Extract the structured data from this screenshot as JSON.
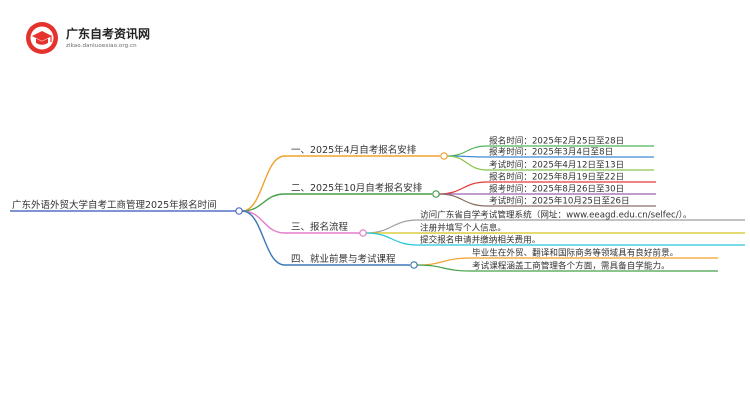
{
  "header": {
    "site_name": "广东自考资讯网",
    "site_url": "zikao.danluoexiao.org.cn",
    "logo_icon": "graduation-cap-icon",
    "brand_color": "#e5322d"
  },
  "mindmap": {
    "root": "广东外语外贸大学自考工商管理2025年报名时间",
    "root_color": "#5470c6",
    "branches": [
      {
        "id": "apr",
        "label": "一、2025年4月自考报名安排",
        "color": "#f0a22e",
        "children": [
          {
            "text": "报名时间：2025年2月25日至28日",
            "color": "#52b55a"
          },
          {
            "text": "报考时间：2025年3月4日至8日",
            "color": "#3f8bd6"
          },
          {
            "text": "考试时间：2025年4月12日至13日",
            "color": "#8bc34a"
          }
        ]
      },
      {
        "id": "oct",
        "label": "二、2025年10月自考报名安排",
        "color": "#43a047",
        "children": [
          {
            "text": "报名时间：2025年8月19日至22日",
            "color": "#e53935"
          },
          {
            "text": "报考时间：2025年8月26日至30日",
            "color": "#9c5fb5"
          },
          {
            "text": "考试时间：2025年10月25日至26日",
            "color": "#8d6e63"
          }
        ]
      },
      {
        "id": "flow",
        "label": "三、报名流程",
        "color": "#e37bc9",
        "children": [
          {
            "text": "访问广东省自学考试管理系统（网址：www.eeagd.edu.cn/selfec/）。",
            "color": "#9e9e9e"
          },
          {
            "text": "注册并填写个人信息。",
            "color": "#d4c21f"
          },
          {
            "text": "提交报名申请并缴纳相关费用。",
            "color": "#26c6da"
          }
        ]
      },
      {
        "id": "career",
        "label": "四、就业前景与考试课程",
        "color": "#3d78b8",
        "children": [
          {
            "text": "毕业生在外贸、翻译和国际商务等领域具有良好前景。",
            "color": "#f0a22e"
          },
          {
            "text": "考试课程涵盖工商管理各个方面，需具备自学能力。",
            "color": "#43a047"
          }
        ]
      }
    ]
  }
}
